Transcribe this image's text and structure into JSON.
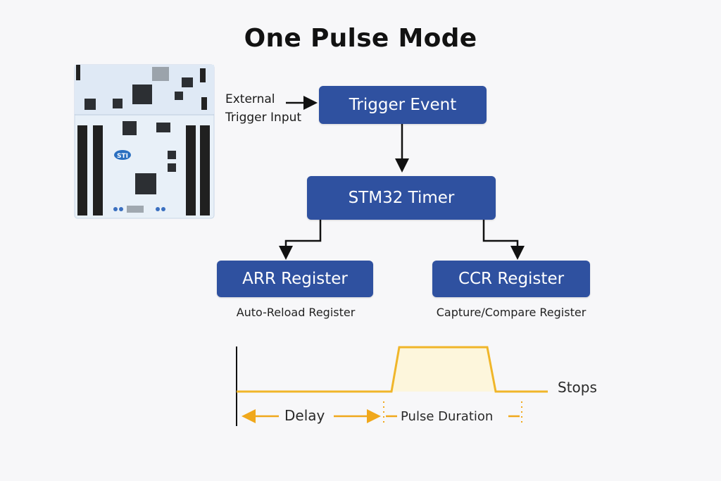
{
  "title": "One Pulse Mode",
  "board_image": {
    "icon": "stm32-nucleo-board",
    "logo_text": "STI"
  },
  "external_input": {
    "line1": "External",
    "line2": "Trigger Input"
  },
  "nodes": {
    "trigger": {
      "label": "Trigger Event"
    },
    "timer": {
      "label": "STM32 Timer"
    },
    "arr": {
      "label": "ARR Register",
      "caption": "Auto-Reload Register"
    },
    "ccr": {
      "label": "CCR Register",
      "caption": "Capture/Compare Register"
    }
  },
  "waveform": {
    "delay_label": "Delay",
    "pulse_label": "Pulse Duration",
    "end_label": "Stops"
  },
  "colors": {
    "box": "#2f51a0",
    "wave": "#f0b62a",
    "pulse_fill": "#fdf6dc",
    "arrow": "#111111"
  }
}
